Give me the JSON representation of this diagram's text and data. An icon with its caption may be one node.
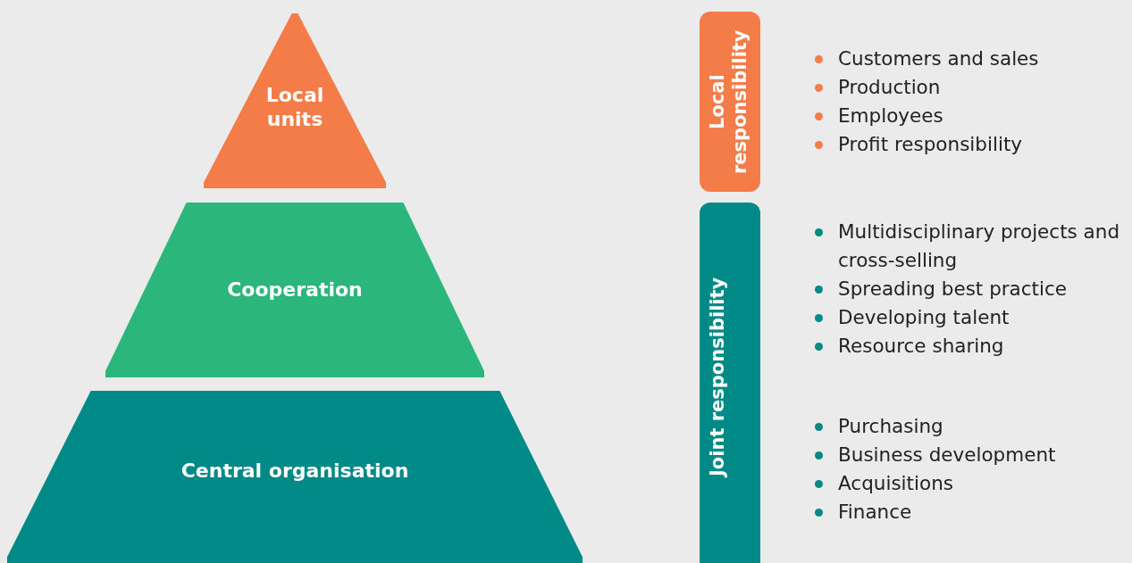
{
  "diagram": {
    "nodes": [
      {
        "text": [
          "Local units"
        ]
      },
      {
        "text": [
          "Cooperation"
        ]
      },
      {
        "text": [
          "Central organisation"
        ]
      },
      {
        "text": [
          "Local responsibility"
        ]
      },
      {
        "text": [
          "Joint responsibility"
        ]
      }
    ],
    "labels": [
      "Customers and sales",
      "Production",
      "Employees",
      "Profit responsibility",
      "Multidisciplinary projects and cross-selling",
      "Spreading best practice",
      "Developing talent",
      "Resource sharing",
      "Purchasing",
      "Business development",
      "Acquisitions",
      "Finance"
    ]
  }
}
